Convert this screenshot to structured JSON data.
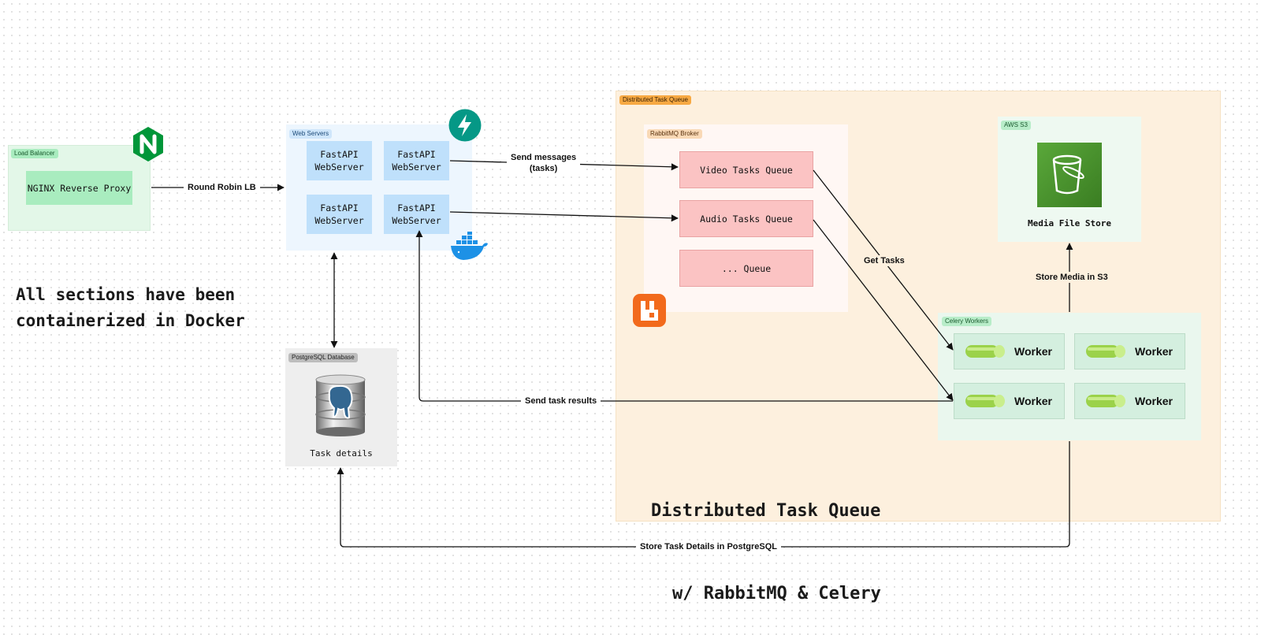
{
  "sections": {
    "load_balancer": "Load Balancer",
    "web_servers": "Web Servers",
    "distributed_task_queue": "Distributed Task Queue",
    "rabbitmq_broker": "RabbitMQ Broker",
    "aws_s3": "AWS S3",
    "celery_workers": "Celery Workers",
    "postgresql_database": "PostgreSQL Database"
  },
  "nodes": {
    "nginx": "NGINX Reverse Proxy",
    "fastapi_1": "FastAPI\nWebServer",
    "fastapi_2": "FastAPI\nWebServer",
    "fastapi_3": "FastAPI\nWebServer",
    "fastapi_4": "FastAPI\nWebServer",
    "video_queue": "Video Tasks Queue",
    "audio_queue": "Audio Tasks Queue",
    "other_queue": "... Queue",
    "media_store": "Media File Store",
    "task_details": "Task details",
    "worker_1": "Worker",
    "worker_2": "Worker",
    "worker_3": "Worker",
    "worker_4": "Worker"
  },
  "edges": {
    "round_robin": "Round Robin LB",
    "send_messages": "Send messages\n(tasks)",
    "get_tasks": "Get Tasks",
    "store_media": "Store Media in S3",
    "send_results": "Send task results",
    "store_details": "Store Task Details in PostgreSQL"
  },
  "notes": {
    "docker_note_line1": "All sections have been",
    "docker_note_line2": "containerized in Docker",
    "big_title_line1": "Distributed Task Queue",
    "big_title_line2": "w/ RabbitMQ & Celery"
  },
  "icons": {
    "nginx": "nginx-logo-icon",
    "fastapi": "fastapi-lightning-icon",
    "docker": "docker-whale-icon",
    "rabbitmq": "rabbitmq-logo-icon",
    "s3": "s3-bucket-icon",
    "postgres": "postgresql-elephant-icon",
    "worker": "celery-pipe-icon"
  },
  "colors": {
    "lb_bg": "#e3f7e8",
    "nginx_box": "#a9ecbf",
    "web_bg": "#edf6fe",
    "web_box": "#bfe0fb",
    "dtq_bg": "#fdf0de",
    "queue_box": "#fbc3c3",
    "worker_box": "#d4efdf",
    "s3_green": "#3f8624",
    "rabbit_orange": "#f26a1c",
    "fastapi_teal": "#059886",
    "docker_blue": "#1d91e6"
  }
}
